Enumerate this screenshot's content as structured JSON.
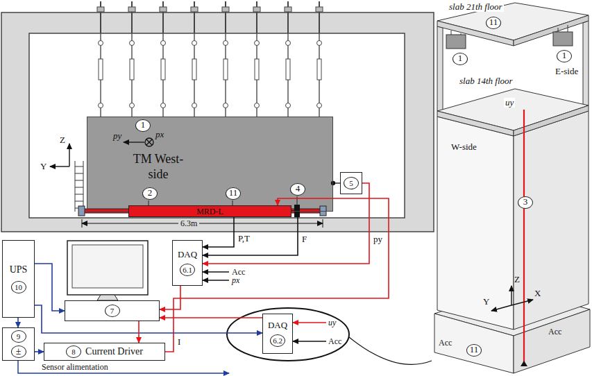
{
  "diagram": {
    "nodes": [
      {
        "text": [
          "TM West-side"
        ]
      },
      {
        "text": [
          "MRD-L"
        ]
      },
      {
        "text": [
          "5"
        ]
      },
      {
        "text": [
          "UPS",
          "10"
        ]
      },
      {
        "text": [
          "7"
        ]
      },
      {
        "text": [
          "DAQ",
          "6.1"
        ]
      },
      {
        "text": [
          "9",
          "±"
        ]
      },
      {
        "text": [
          "8",
          "Current Driver"
        ]
      },
      {
        "text": [
          "DAQ",
          "6.2"
        ]
      }
    ],
    "edges": [
      {
        "from": 1,
        "to": 5,
        "label": "P,T",
        "arrow": "to"
      },
      {
        "from": 1,
        "to": 5,
        "label": "F",
        "arrow": "to"
      },
      {
        "from": 2,
        "to": 5,
        "label": "py",
        "arrow": "to"
      },
      {
        "from": 7,
        "to": 1,
        "label": "I",
        "arrow": "to"
      },
      {
        "from": 5,
        "to": 4,
        "arrow": "to"
      },
      {
        "from": 8,
        "to": 4,
        "arrow": "to"
      },
      {
        "from": 3,
        "to": 4,
        "arrow": "to"
      },
      {
        "from": 3,
        "to": 6,
        "arrow": "to"
      },
      {
        "from": 6,
        "to": 7,
        "arrow": "to"
      },
      {
        "from": 3,
        "to": 8,
        "arrow": "to"
      },
      {
        "from": 4,
        "to": 7,
        "arrow": "to"
      }
    ],
    "labels": [
      "1",
      "py",
      "px",
      "Y",
      "Z",
      "2",
      "11",
      "4",
      "6.3m",
      "Acc",
      "px",
      "Sensor alimentation",
      "uy",
      "Acc",
      "slab 21th floor",
      "11",
      "1",
      "1",
      "E-side",
      "slab 14th floor",
      "uy",
      "W-side",
      "3",
      "Z",
      "Y",
      "X",
      "Acc",
      "11",
      "Acc"
    ]
  }
}
